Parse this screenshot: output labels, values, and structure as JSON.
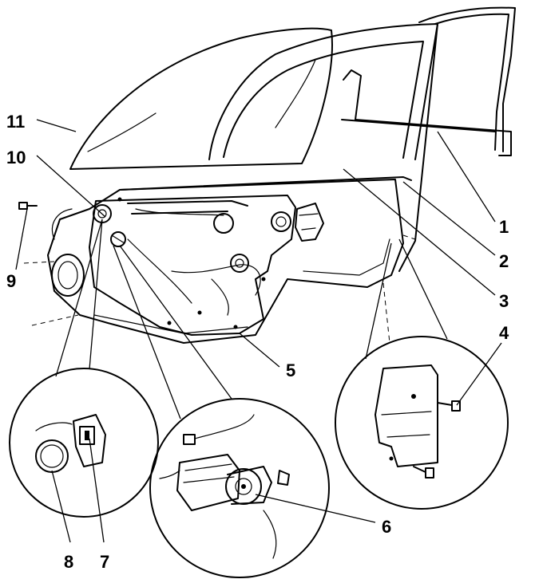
{
  "callouts": [
    {
      "key": "1",
      "label": "1"
    },
    {
      "key": "2",
      "label": "2"
    },
    {
      "key": "3",
      "label": "3"
    },
    {
      "key": "4",
      "label": "4"
    },
    {
      "key": "5",
      "label": "5"
    },
    {
      "key": "6",
      "label": "6"
    },
    {
      "key": "7",
      "label": "7"
    },
    {
      "key": "8",
      "label": "8"
    },
    {
      "key": "9",
      "label": "9"
    },
    {
      "key": "10",
      "label": "10"
    },
    {
      "key": "11",
      "label": "11"
    }
  ]
}
